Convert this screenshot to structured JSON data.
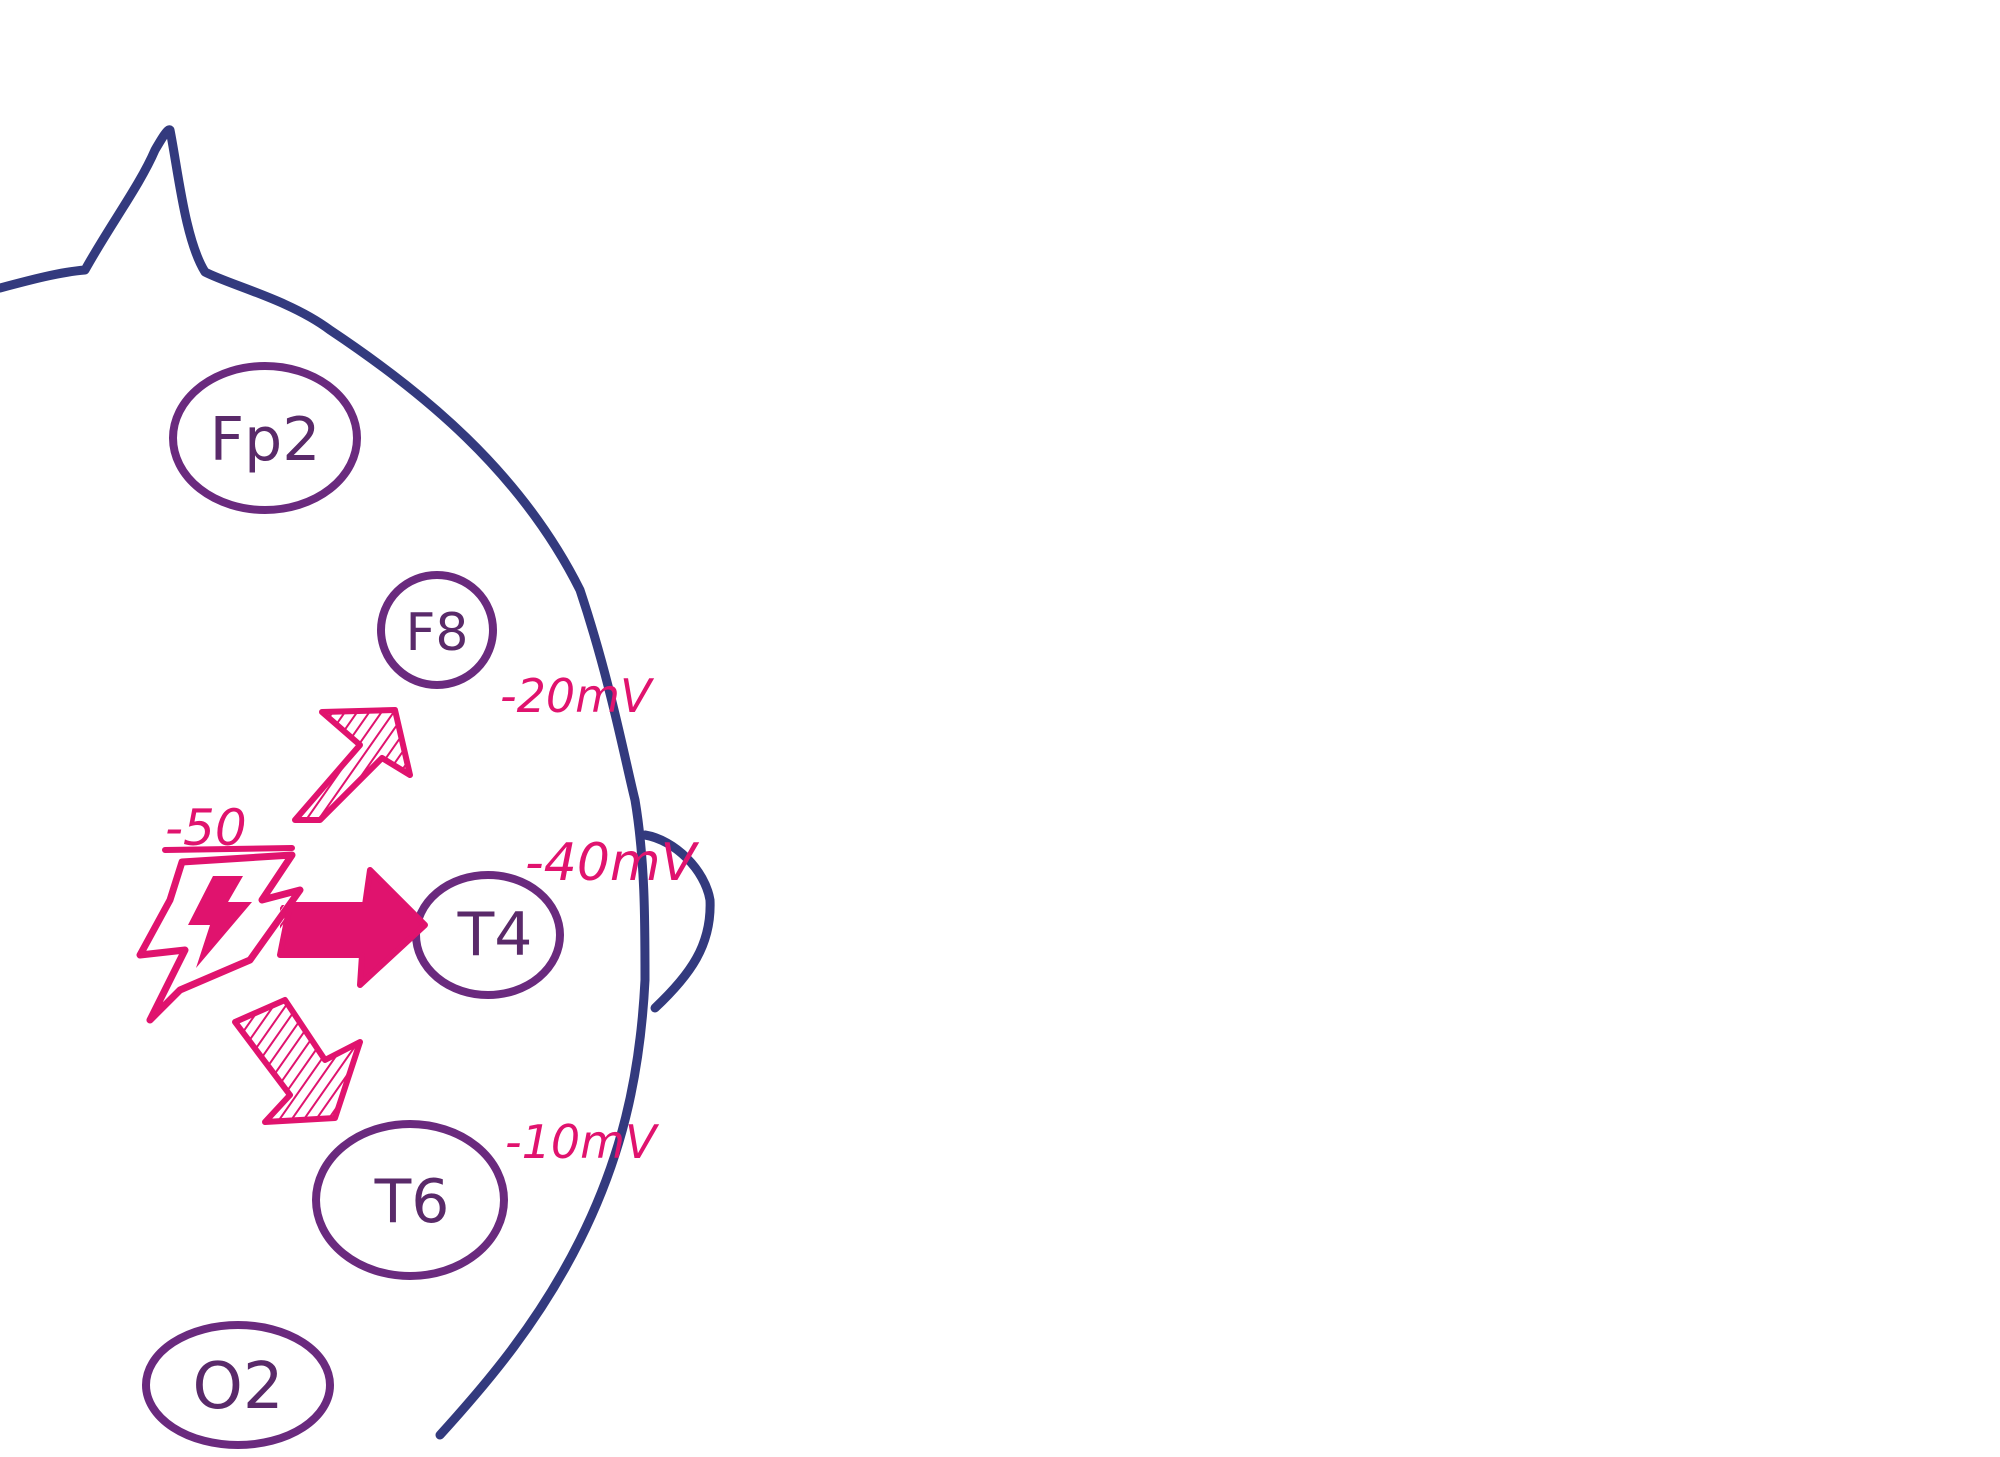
{
  "colors": {
    "head_outline": "#333a7e",
    "electrode_outline": "#6a2a7e",
    "electrode_text": "#5a2a6a",
    "discharge": "#e0136e"
  },
  "electrodes": {
    "fp2": "Fp2",
    "f8": "F8",
    "t4": "T4",
    "t6": "T6",
    "o2": "O2"
  },
  "potentials": {
    "source": "-50",
    "f8": "-20mV",
    "t4": "-40mV",
    "t6": "-10mV"
  },
  "icons": {
    "source": "lightning-bolt-icon",
    "arrows": "arrow-icon"
  }
}
